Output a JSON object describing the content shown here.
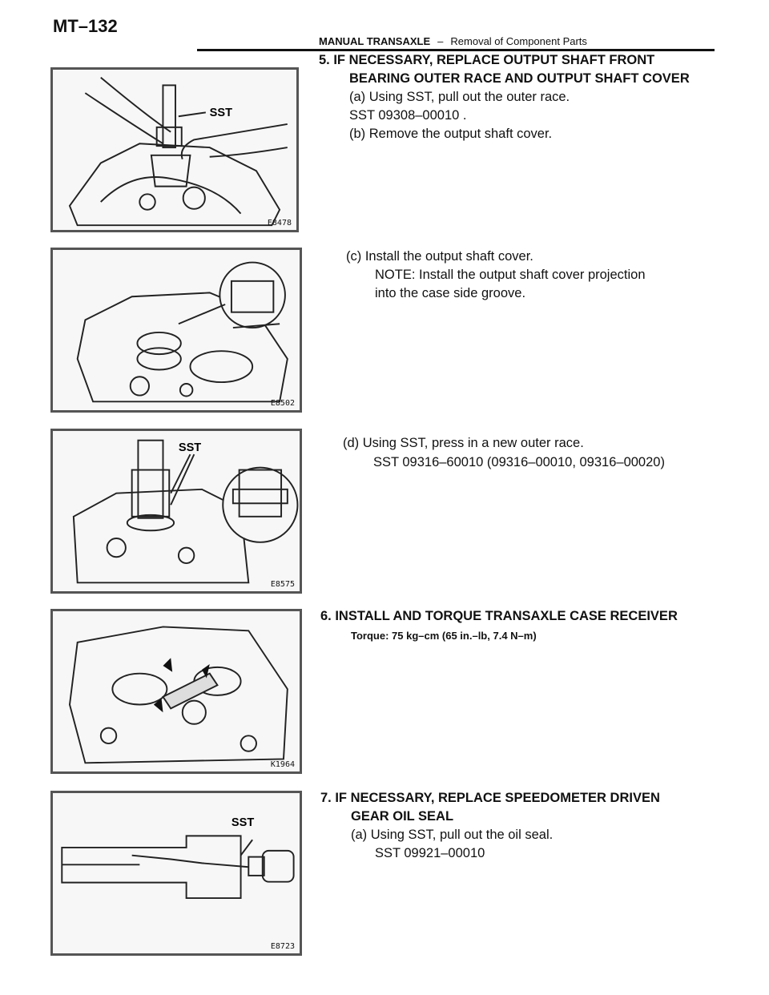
{
  "header": {
    "page_number": "MT–132",
    "section": "MANUAL TRANSAXLE",
    "separator": "–",
    "subsection": "Removal of Component Parts"
  },
  "figures": [
    {
      "code": "E8478",
      "label": "SST"
    },
    {
      "code": "E8502"
    },
    {
      "code": "E8575",
      "label": "SST"
    },
    {
      "code": "K1964"
    },
    {
      "code": "E8723",
      "label": "SST"
    }
  ],
  "steps": {
    "s5_title_1": "5. IF NECESSARY, REPLACE OUTPUT SHAFT FRONT",
    "s5_title_2": "BEARING OUTER RACE AND OUTPUT SHAFT COVER",
    "s5_a": "(a) Using SST, pull out the outer race.",
    "s5_a_sst": "SST 09308–00010 .",
    "s5_b": "(b) Remove the output shaft cover.",
    "s5_c": "(c) Install the output shaft cover.",
    "s5_c_note_1": "NOTE: Install the output shaft cover projection",
    "s5_c_note_2": "into the case side groove.",
    "s5_d": "(d) Using SST, press in a new outer race.",
    "s5_d_sst": "SST 09316–60010 (09316–00010, 09316–00020)",
    "s6_title": "6. INSTALL AND TORQUE TRANSAXLE CASE RECEIVER",
    "s6_torque": "Torque: 75 kg–cm (65 in.–lb, 7.4 N–m)",
    "s7_title_1": "7. IF NECESSARY, REPLACE SPEEDOMETER DRIVEN",
    "s7_title_2": "GEAR OIL SEAL",
    "s7_a": "(a) Using SST, pull out the oil seal.",
    "s7_a_sst": "SST 09921–00010"
  }
}
